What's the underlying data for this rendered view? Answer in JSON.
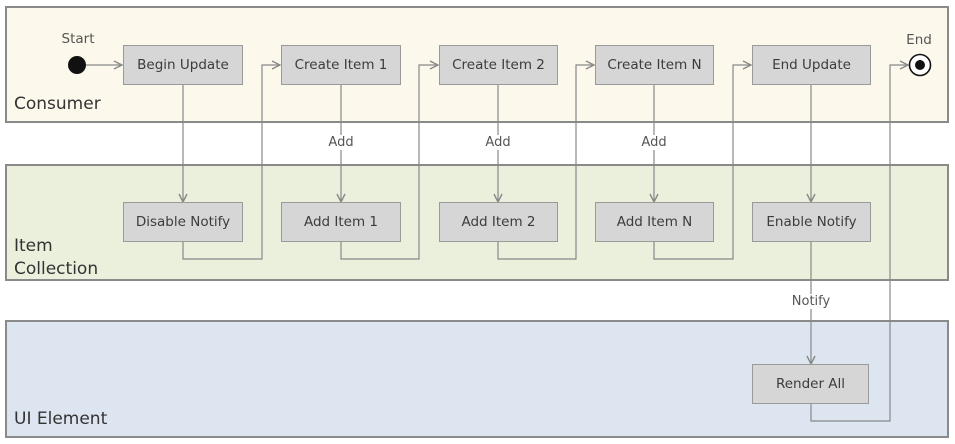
{
  "lanes": {
    "consumer": "Consumer",
    "collection_line1": "Item",
    "collection_line2": "Collection",
    "ui": "UI Element"
  },
  "start_label": "Start",
  "end_label": "End",
  "nodes": {
    "begin_update": "Begin Update",
    "create_item_1": "Create Item 1",
    "create_item_2": "Create Item 2",
    "create_item_n": "Create Item N",
    "end_update": "End Update",
    "disable_notify": "Disable Notify",
    "add_item_1": "Add Item 1",
    "add_item_2": "Add Item 2",
    "add_item_n": "Add Item N",
    "enable_notify": "Enable Notify",
    "render_all": "Render All"
  },
  "edge_labels": {
    "add_1": "Add",
    "add_2": "Add",
    "add_n": "Add",
    "notify": "Notify"
  },
  "colors": {
    "consumer_lane": "#fdf8ec",
    "collection_lane": "#eaf0dc",
    "ui_lane": "#dce5f0",
    "node_fill": "#d6d6d6",
    "edge": "#888888"
  }
}
